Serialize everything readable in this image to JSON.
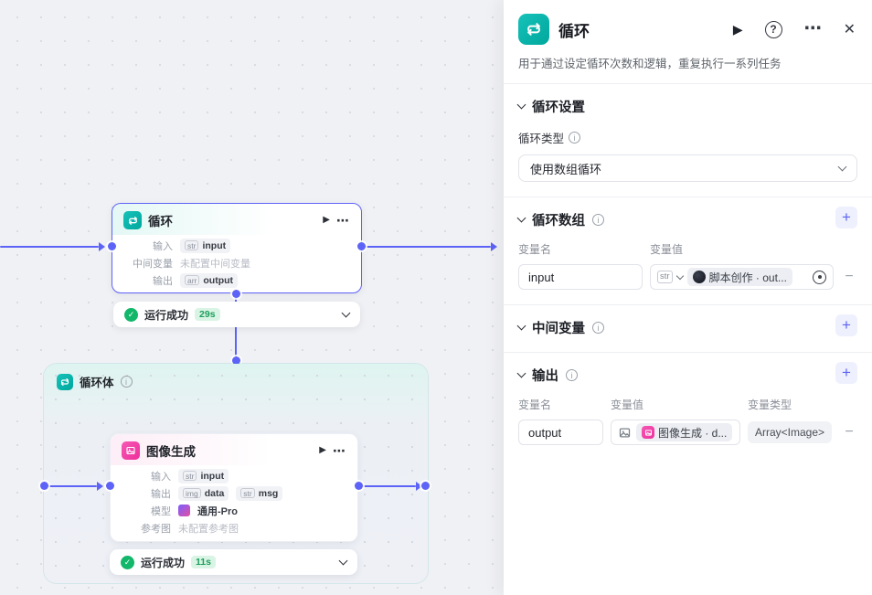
{
  "icons": {
    "play": "▶",
    "help": "?",
    "more": "⋯",
    "close": "✕",
    "plus": "+",
    "minus": "−",
    "info": "i",
    "check": "✓"
  },
  "canvas": {
    "loop_node": {
      "title": "循环",
      "input_label": "输入",
      "input_tag": "str",
      "input_value": "input",
      "mid_label": "中间变量",
      "mid_value": "未配置中间变量",
      "output_label": "输出",
      "output_tag": "arr",
      "output_value": "output",
      "status_text": "运行成功",
      "status_time": "29s"
    },
    "loop_body": {
      "title": "循环体",
      "image_node": {
        "title": "图像生成",
        "input_label": "输入",
        "input_tag": "str",
        "input_value": "input",
        "output_label": "输出",
        "output_tag1": "img",
        "output_value1": "data",
        "output_tag2": "str",
        "output_value2": "msg",
        "model_label": "模型",
        "model_value": "通用-Pro",
        "ref_label": "参考图",
        "ref_value": "未配置参考图",
        "status_text": "运行成功",
        "status_time": "11s"
      }
    }
  },
  "panel": {
    "title": "循环",
    "description": "用于通过设定循环次数和逻辑，重复执行一系列任务",
    "settings": {
      "title": "循环设置",
      "type_label": "循环类型",
      "type_value": "使用数组循环"
    },
    "array": {
      "title": "循环数组",
      "col_name": "变量名",
      "col_value": "变量值",
      "name": "input",
      "type_tag": "str",
      "ref": "脚本创作 · out..."
    },
    "intermediate": {
      "title": "中间变量"
    },
    "output": {
      "title": "输出",
      "col_name": "变量名",
      "col_value": "变量值",
      "col_type": "变量类型",
      "name": "output",
      "ref": "图像生成 · d...",
      "type": "Array<Image>"
    }
  }
}
